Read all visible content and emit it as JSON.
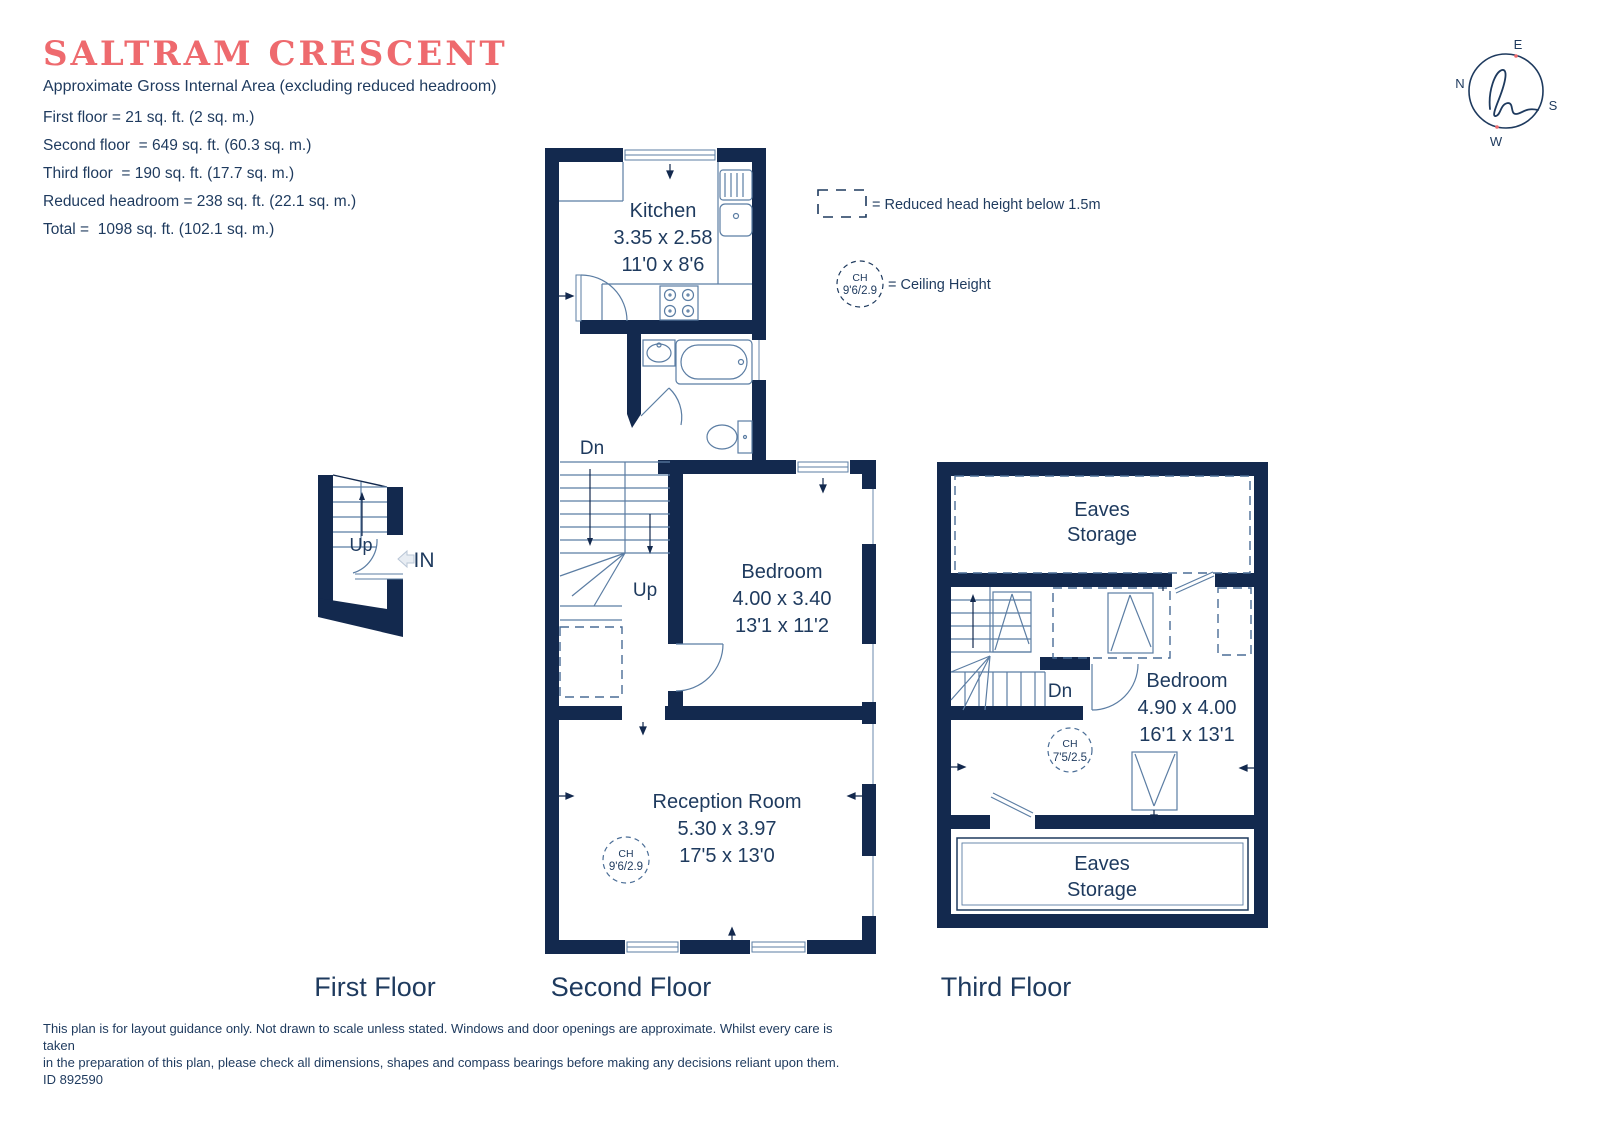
{
  "header": {
    "title": "SALTRAM CRESCENT",
    "subtitle": "Approximate Gross Internal Area (excluding reduced headroom)",
    "area_lines": [
      "First floor = 21 sq. ft. (2 sq. m.)",
      "Second floor  = 649 sq. ft. (60.3 sq. m.)",
      "Third floor  = 190 sq. ft. (17.7 sq. m.)",
      "Reduced headroom = 238 sq. ft. (22.1 sq. m.)",
      "Total =  1098 sq. ft. (102.1 sq. m.)"
    ]
  },
  "compass": {
    "n": "N",
    "e": "E",
    "s": "S",
    "w": "W"
  },
  "legend": {
    "reduced_label": "= Reduced head height below 1.5m",
    "ch": {
      "abbr": "CH",
      "value": "9'6/2.9"
    },
    "ch_label": "= Ceiling Height"
  },
  "floors": {
    "first": {
      "label": "First Floor",
      "up_label": "Up",
      "in_label": "IN"
    },
    "second": {
      "label": "Second Floor",
      "dn_label": "Dn",
      "up_label": "Up",
      "kitchen": {
        "name": "Kitchen",
        "metric": "3.35 x 2.58",
        "imperial": "11'0 x 8'6"
      },
      "bedroom": {
        "name": "Bedroom",
        "metric": "4.00 x 3.40",
        "imperial": "13'1 x 11'2"
      },
      "reception": {
        "name": "Reception Room",
        "metric": "5.30 x 3.97",
        "imperial": "17'5 x 13'0"
      },
      "ch": {
        "abbr": "CH",
        "value": "9'6/2.9"
      }
    },
    "third": {
      "label": "Third Floor",
      "dn_label": "Dn",
      "eaves_top": {
        "line1": "Eaves",
        "line2": "Storage"
      },
      "eaves_bottom": {
        "line1": "Eaves",
        "line2": "Storage"
      },
      "bedroom": {
        "name": "Bedroom",
        "metric": "4.90 x 4.00",
        "imperial": "16'1 x 13'1"
      },
      "ch": {
        "abbr": "CH",
        "value": "7'5/2.5"
      }
    }
  },
  "footer": {
    "line1": "This plan is for layout guidance only. Not drawn to scale unless stated. Windows and door openings are approximate. Whilst every care is taken",
    "line2": "in the preparation of this plan, please check all dimensions, shapes and compass bearings before making any decisions reliant upon them.",
    "plan_id": "ID 892590"
  },
  "colors": {
    "accent": "#ee6a6e",
    "wall": "#13294e",
    "text": "#1e3a5e"
  }
}
